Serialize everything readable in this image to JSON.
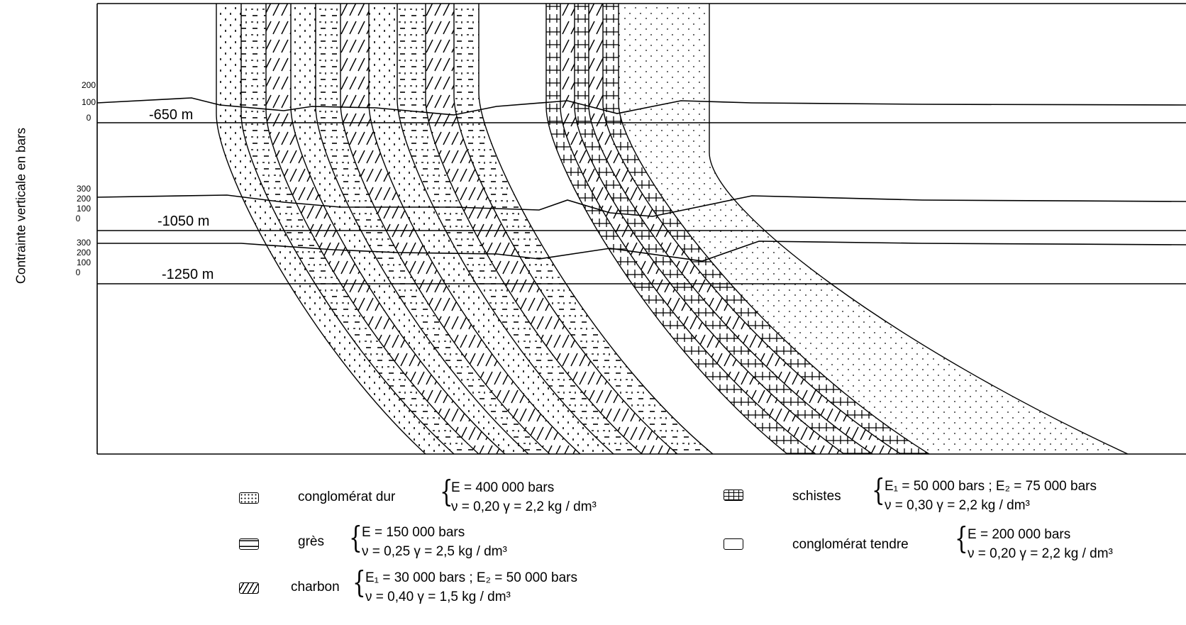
{
  "figure": {
    "y_axis_title": "Contrainte verticale en bars",
    "levels": [
      {
        "depth": "-650 m",
        "ticks": [
          "200",
          "100",
          "0"
        ]
      },
      {
        "depth": "-1050 m",
        "ticks": [
          "300",
          "200",
          "100",
          "0"
        ]
      },
      {
        "depth": "-1250 m",
        "ticks": [
          "300",
          "200",
          "100",
          "0"
        ]
      }
    ]
  },
  "legend": [
    {
      "id": "conglo-dur",
      "pattern": "dots",
      "name": "conglomérat dur",
      "line1": "E = 400 000 bars",
      "line2": "ν = 0,20   γ = 2,2 kg / dm³"
    },
    {
      "id": "gres",
      "pattern": "dash",
      "name": "grès",
      "line1": "E = 150 000 bars",
      "line2": "ν = 0,25   γ = 2,5 kg / dm³"
    },
    {
      "id": "charbon",
      "pattern": "hatch",
      "name": "charbon",
      "line1": "E₁ = 30 000 bars ; E₂ = 50 000 bars",
      "line2": "ν = 0,40   γ = 1,5 kg / dm³"
    },
    {
      "id": "schistes",
      "pattern": "brick",
      "name": "schistes",
      "line1": "E₁ = 50 000 bars ; E₂ = 75 000 bars",
      "line2": "ν = 0,30   γ = 2,2 kg / dm³"
    },
    {
      "id": "conglo-tendre",
      "pattern": "plain",
      "name": "conglomérat tendre",
      "line1": "E = 200 000 bars",
      "line2": "ν = 0,20   γ = 2,2 kg / dm³"
    }
  ]
}
